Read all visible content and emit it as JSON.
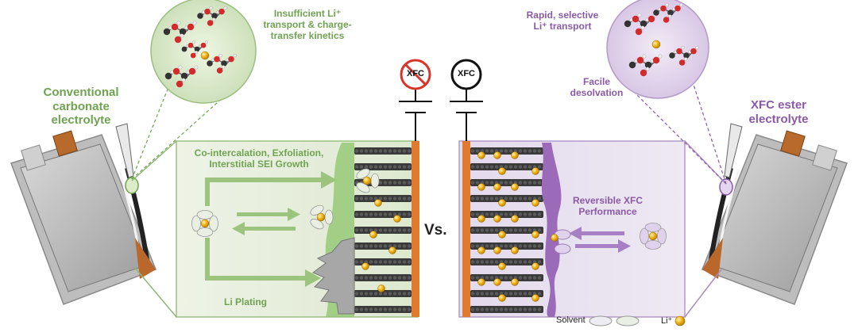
{
  "left": {
    "title_lines": [
      "Conventional",
      "carbonate",
      "electrolyte"
    ],
    "callout_lines": [
      "Insufficient Li⁺",
      "transport & charge-",
      "transfer kinetics"
    ],
    "mechanism_lines": [
      "Co-intercalation, Exfoliation,",
      "Interstitial SEI Growth"
    ],
    "plating": "Li Plating",
    "xfc_badge": "XFC",
    "badge_state": "prohibited"
  },
  "right": {
    "title_lines": [
      "XFC ester",
      "electrolyte"
    ],
    "callout_lines": [
      "Rapid, selective",
      "Li⁺ transport"
    ],
    "desolvation_lines": [
      "Facile",
      "desolvation"
    ],
    "performance_lines": [
      "Reversible XFC",
      "Performance"
    ],
    "xfc_badge": "XFC"
  },
  "vs": "Vs.",
  "legend": {
    "solvent": "Solvent",
    "li": "Li⁺"
  },
  "colors": {
    "green": "#6fa352",
    "green_panel": "#e3ecd8",
    "purple": "#8a5aa6",
    "purple_panel": "#e6deee",
    "copper": "#e07a2e",
    "li_gold": "#f2b418",
    "graphite": "#3a3a3a",
    "no_sign": "#d8342a"
  }
}
